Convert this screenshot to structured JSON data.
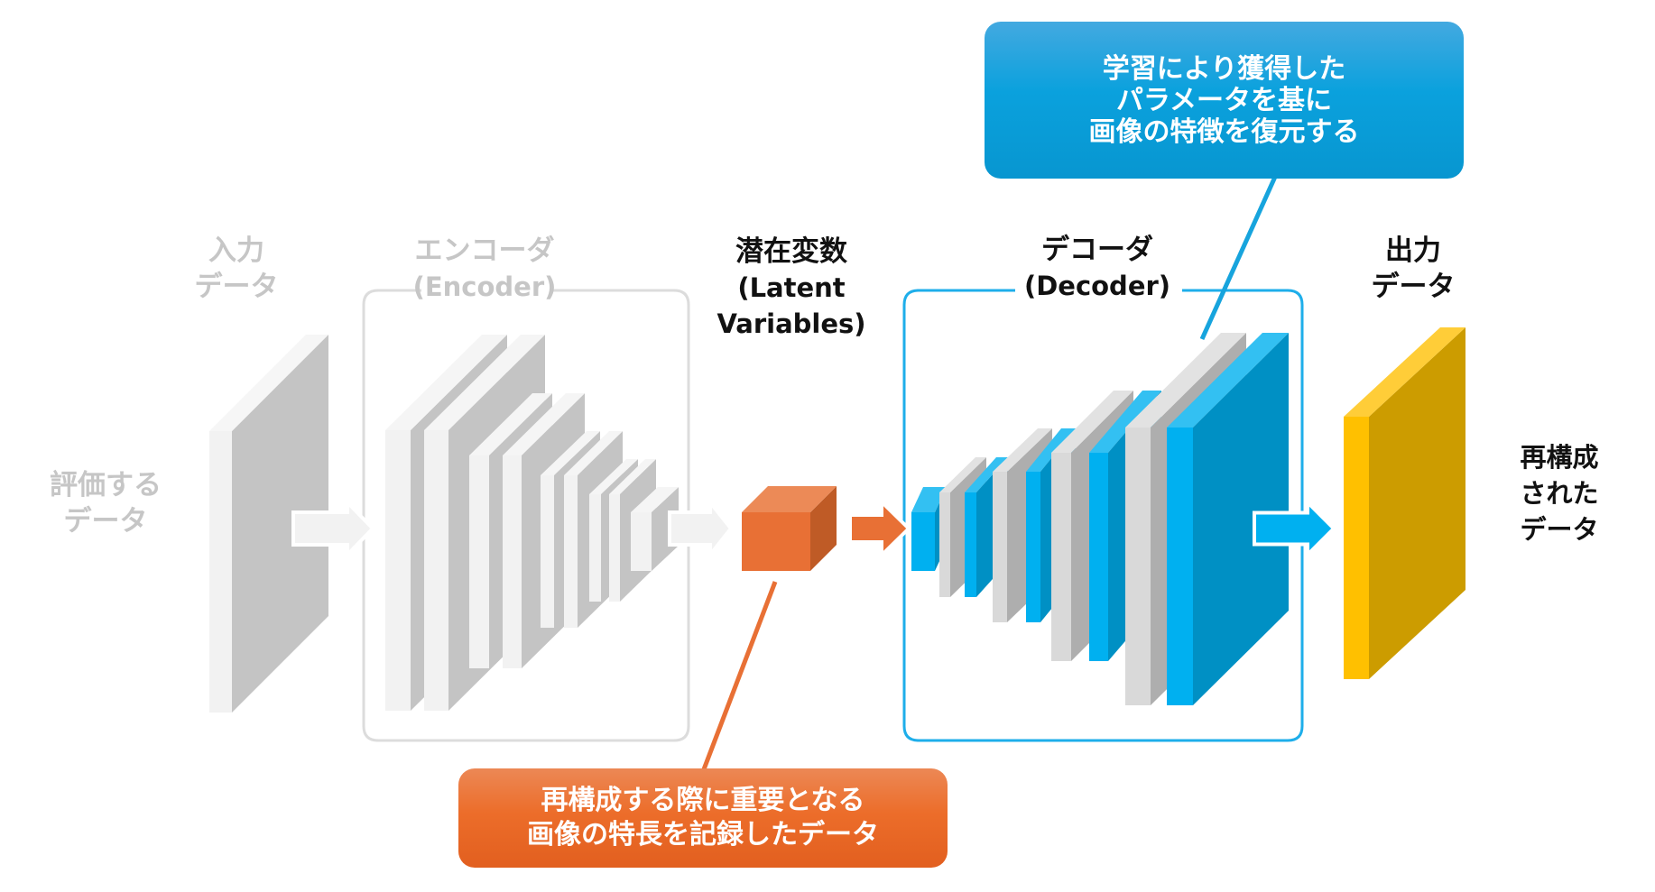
{
  "diagram": {
    "title": "Autoencoder architecture",
    "colors": {
      "faded_gray": "#c6c6c6",
      "encoder_box": "#dcdcdc",
      "decoder_box": "#1eaeea",
      "latent_orange": "#e87035",
      "decoder_blue": "#00b0f0",
      "output_gold": "#ffc000",
      "text_dark": "#111111"
    }
  },
  "labels": {
    "input_side": [
      "評価する",
      "データ"
    ],
    "input": [
      "入力",
      "データ"
    ],
    "encoder": [
      "エンコーダ",
      "(Encoder)"
    ],
    "latent": [
      "潜在変数",
      "(Latent",
      "Variables)"
    ],
    "decoder": [
      "デコーダ",
      "(Decoder)"
    ],
    "output": [
      "出力",
      "データ"
    ],
    "output_side": [
      "再構成",
      "された",
      "データ"
    ]
  },
  "callouts": {
    "decoder": [
      "学習により獲得した",
      "パラメータを基に",
      "画像の特徴を復元する"
    ],
    "latent": [
      "再構成する際に重要となる",
      "画像の特長を記録したデータ"
    ]
  },
  "encoder_layers": 9,
  "decoder_layers": 9
}
